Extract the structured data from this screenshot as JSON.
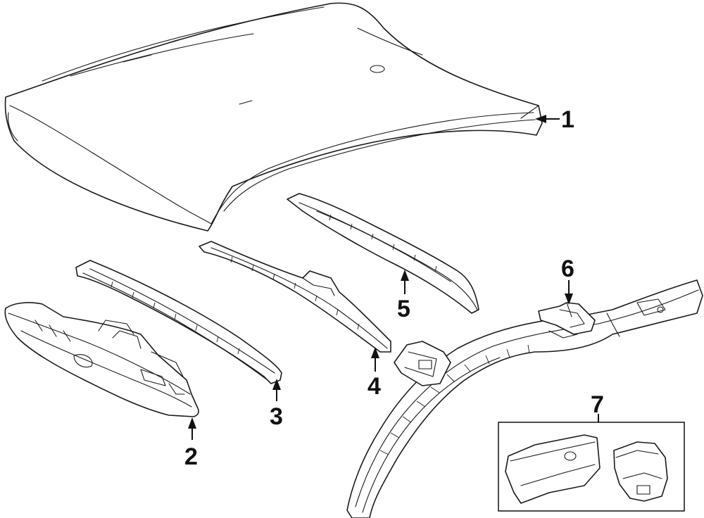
{
  "callouts": [
    {
      "id": "roof-panel",
      "label": "1"
    },
    {
      "id": "front-header",
      "label": "2"
    },
    {
      "id": "roof-bow-front",
      "label": "3"
    },
    {
      "id": "roof-bow-center",
      "label": "4"
    },
    {
      "id": "roof-bow-rear",
      "label": "5"
    },
    {
      "id": "rail-bracket",
      "label": "6"
    },
    {
      "id": "reinforcement-kit",
      "label": "7"
    }
  ]
}
